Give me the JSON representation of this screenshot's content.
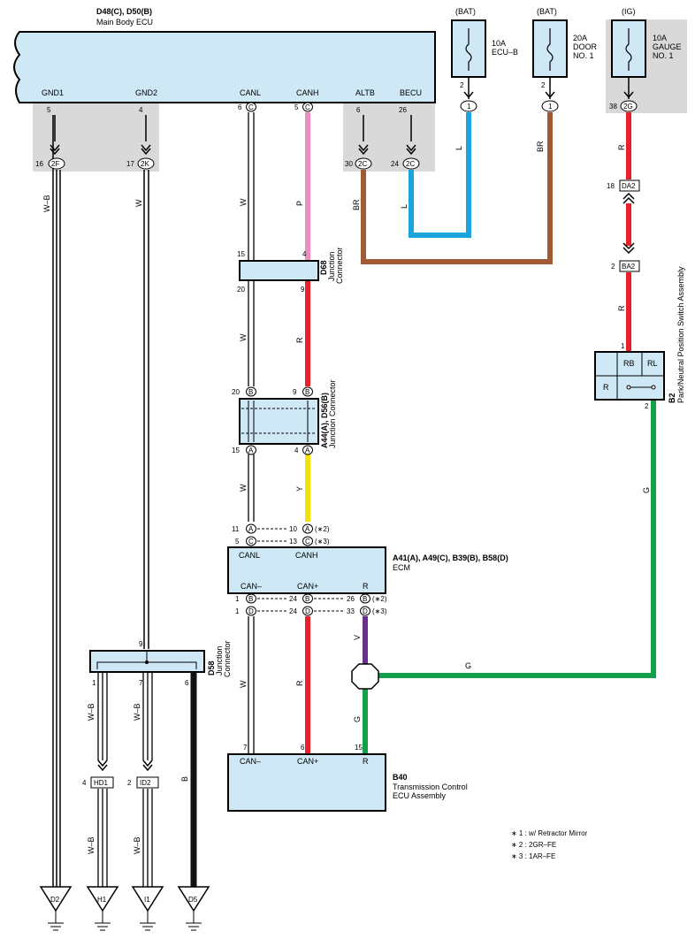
{
  "title": {
    "line1": "D48(C), D50(B)",
    "line2": "Main Body ECU"
  },
  "ecu_pins": {
    "gnd1": "GND1",
    "gnd2": "GND2",
    "canl": "CANL",
    "canh": "CANH",
    "altb": "ALTB",
    "becu": "BECU"
  },
  "ecu_pin_nums": {
    "gnd1": "5",
    "gnd2": "4",
    "canl": "6",
    "canh": "5",
    "altb": "6",
    "becu": "26"
  },
  "ecu_pin_conn": {
    "canl": "C",
    "canh": "C"
  },
  "fuses": [
    {
      "source": "(BAT)",
      "rating": "10A",
      "name1": "ECU–B",
      "name2": "",
      "pin": "2",
      "conn": "1"
    },
    {
      "source": "(BAT)",
      "rating": "20A",
      "name1": "DOOR",
      "name2": "NO. 1",
      "pin": "2",
      "conn": "1"
    },
    {
      "source": "(IG)",
      "rating": "10A",
      "name1": "GAUGE",
      "name2": "NO. 1",
      "pin": "38",
      "conn": "2G"
    }
  ],
  "junctions": {
    "j2f": {
      "num": "16",
      "conn": "2F"
    },
    "j2k": {
      "num": "17",
      "conn": "2K"
    },
    "j2c1": {
      "num": "30",
      "conn": "2C"
    },
    "j2c2": {
      "num": "24",
      "conn": "2C"
    },
    "da2": {
      "num": "18",
      "conn": "DA2"
    },
    "ba2": {
      "num": "2",
      "conn": "BA2"
    }
  },
  "wire_colors": {
    "wb": "W–B",
    "w": "W",
    "p": "P",
    "br": "BR",
    "l": "L",
    "r": "R",
    "y": "Y",
    "v": "V",
    "g": "G",
    "b": "B"
  },
  "d68": {
    "id": "D68",
    "name1": "Junction",
    "name2": "Connector",
    "pin_tl": "15",
    "pin_tr": "4",
    "pin_bl": "20",
    "pin_br": "9"
  },
  "a44": {
    "id": "A44(A), D56(B)",
    "name": "Junction Connector",
    "pin_tl": "20",
    "pin_tr": "9",
    "conn_t": "B",
    "pin_bl": "15",
    "pin_br": "4",
    "conn_b": "A"
  },
  "ecm": {
    "id": "A41(A), A49(C), B39(B), B58(D)",
    "name": "ECM",
    "canl": "CANL",
    "canh": "CANH",
    "canm": "CAN–",
    "canp": "CAN+",
    "r": "R",
    "top_pins": [
      {
        "n": "11",
        "c": "A"
      },
      {
        "n": "5",
        "c": "C"
      },
      {
        "n": "10",
        "c": "A",
        "note": "(∗2)"
      },
      {
        "n": "13",
        "c": "C",
        "note": "(∗3)"
      }
    ],
    "bot_pins": [
      {
        "n": "1",
        "c": "B"
      },
      {
        "n": "1",
        "c": "D"
      },
      {
        "n": "24",
        "c": "B"
      },
      {
        "n": "24",
        "c": "D"
      },
      {
        "n": "26",
        "c": "B",
        "note": "(∗2)"
      },
      {
        "n": "33",
        "c": "D",
        "note": "(∗3)"
      }
    ]
  },
  "pnp": {
    "id": "B2",
    "name": "Park/Neutral Position Switch Assembly",
    "rb": "RB",
    "rl": "RL",
    "r": "R",
    "pin_in": "1",
    "pin_out": "2"
  },
  "d58": {
    "id": "D58",
    "name1": "Junction",
    "name2": "Connector",
    "pin_in": "9",
    "pin_1": "1",
    "pin_7": "7",
    "pin_6": "6"
  },
  "connectors": {
    "hd1": {
      "num": "4",
      "conn": "HD1"
    },
    "id2": {
      "num": "2",
      "conn": "ID2"
    }
  },
  "tcm": {
    "id": "B40",
    "name1": "Transmission Control",
    "name2": "ECU Assembly",
    "canm": "CAN–",
    "canp": "CAN+",
    "r": "R",
    "pin_canm": "7",
    "pin_canp": "6",
    "pin_r": "15"
  },
  "grounds": [
    "D2",
    "H1",
    "I1",
    "D5"
  ],
  "notes": [
    "∗ 1 : w/ Retractor Mirror",
    "∗ 2 : 2GR–FE",
    "∗ 3 : 1AR–FE"
  ],
  "colors": {
    "pink": "#ef8cc0",
    "red": "#e8202a",
    "blue": "#1aa3dc",
    "brown": "#a15a35",
    "yellow": "#f5e10a",
    "green": "#14a04b",
    "violet": "#6a2e8e",
    "black": "#111111",
    "box": "#cfe8f6",
    "grey": "#d9d9d9"
  }
}
